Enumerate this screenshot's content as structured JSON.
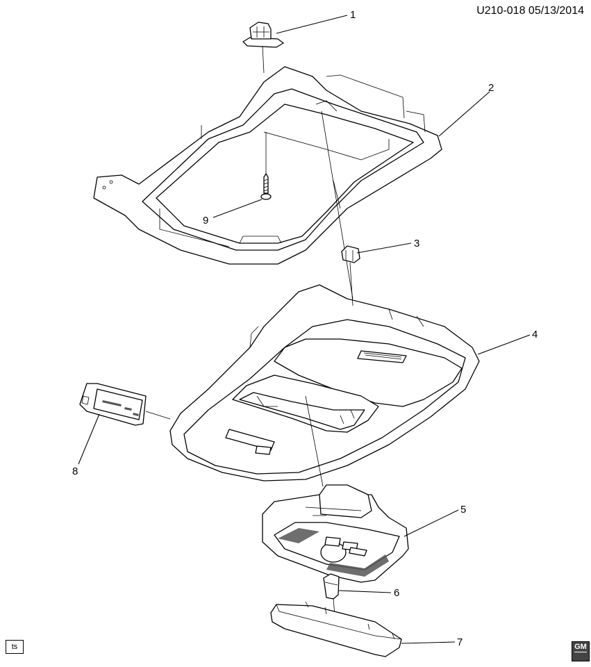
{
  "document": {
    "id": "U210-018 05/13/2014",
    "ts_label": "ts",
    "logo_text": "GM"
  },
  "callouts": [
    "1",
    "2",
    "3",
    "4",
    "5",
    "6",
    "7",
    "8",
    "9"
  ]
}
